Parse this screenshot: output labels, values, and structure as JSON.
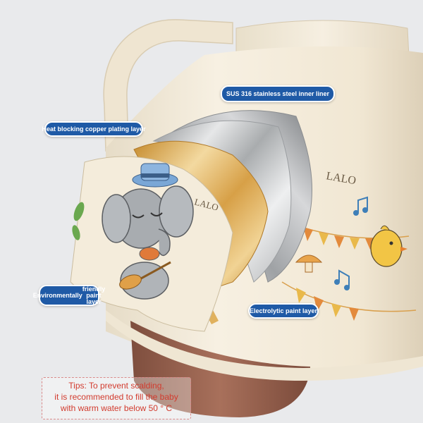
{
  "labels": {
    "inner_liner": "SUS 316 stainless steel inner liner",
    "copper_layer": "Heat blocking copper plating layer",
    "eco_paint_line1": "Environmentally",
    "eco_paint_line2": "friendly paint layer",
    "electrolytic_layer": "Electrolytic paint layer"
  },
  "tips": {
    "line1": "Tips: To prevent scalding,",
    "line2": "it is recommended to fill the baby",
    "line3": "with warm water below 50 ° C"
  },
  "decor_text": {
    "lalo_top": "LALO",
    "lalo_left": "LALO"
  },
  "colors": {
    "background": "#e9eaec",
    "bottle_cream": "#f3ead8",
    "label_blue": "#1f5aa6",
    "copper": "#d9a94a",
    "steel": "#c9cbcd",
    "tips_red": "#d23b2e",
    "base_brown": "#9a6450"
  }
}
